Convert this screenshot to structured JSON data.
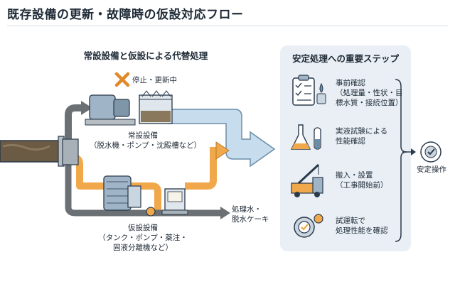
{
  "page": {
    "title": "既存設備の更新・故障時の仮設対応フロー"
  },
  "left_section": {
    "title": "常設設備と仮設による代替処理",
    "stop_label": "停止・更新中",
    "permanent_label": [
      "常設設備",
      "（脱水機・ポンプ・沈殿槽など）"
    ],
    "temporary_label": [
      "仮設設備",
      "（タンク・ポンプ・薬注・",
      "固液分離機など）"
    ],
    "output_label": [
      "処理水・",
      "脱水ケーキ"
    ]
  },
  "right_section": {
    "title": "安定処理への重要ステップ",
    "steps": [
      {
        "icon": "clipboard-checklist-icon",
        "lines": [
          "事前確認",
          "（処理量・性状・目",
          "標水質・接続位置）"
        ]
      },
      {
        "icon": "lab-flasks-icon",
        "lines": [
          "実液試験による",
          "性能確認"
        ]
      },
      {
        "icon": "crane-truck-icon",
        "lines": [
          "搬入・設置",
          "（工事開始前）"
        ]
      },
      {
        "icon": "gear-check-icon",
        "lines": [
          "試運転で",
          "処理性能を確認"
        ]
      }
    ],
    "result_label": "安定操作"
  },
  "colors": {
    "orange": "#f0a84a",
    "gray_pipe": "#6b7074",
    "light_blue": "#c7dced",
    "blue_outline": "#6a8eaa",
    "navy": "#2b3a4b",
    "panel": "#e9eff5"
  }
}
